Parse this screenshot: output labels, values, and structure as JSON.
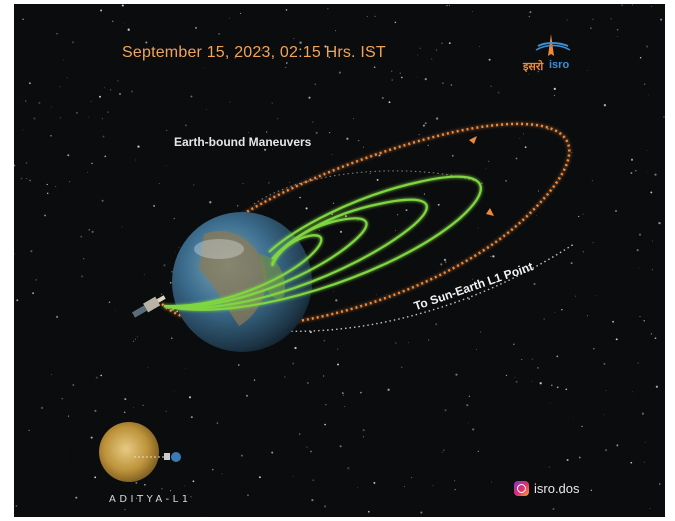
{
  "headline": {
    "date_time": "September 15, 2023, 02:15 Hrs. IST"
  },
  "labels": {
    "maneuvers": "Earth-bound Maneuvers",
    "l1_route": "To Sun-Earth  L1 Point"
  },
  "logo": {
    "hindi": "इसरो",
    "english": "isro"
  },
  "mission_badge": {
    "name": "ADITYA-L1"
  },
  "social": {
    "handle": "isro.dos",
    "icon": "instagram-icon"
  },
  "colors": {
    "space": "#0b0c0e",
    "orbit_orange": "#f08a3a",
    "orbit_green": "#7fd640",
    "earth_ocean": "#3c6d8e",
    "sun_gold": "#c79a3d"
  }
}
